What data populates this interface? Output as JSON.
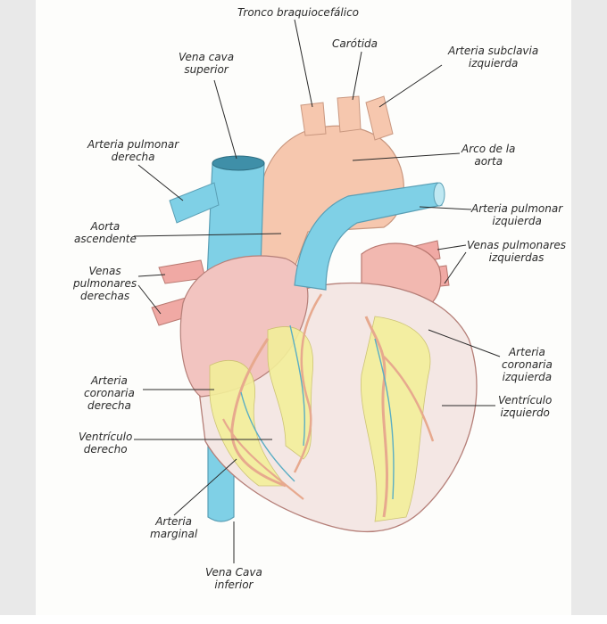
{
  "labels": {
    "tronco": "Tronco braquiocefálico",
    "carotida": "Carótida",
    "subclavia": [
      "Arteria subclavia",
      "izquierda"
    ],
    "vena_cava_sup": [
      "Vena cava",
      "superior"
    ],
    "art_pulm_der": [
      "Arteria pulmonar",
      "derecha"
    ],
    "arco_aorta": [
      "Arco de la",
      "aorta"
    ],
    "art_pulm_izq": [
      "Arteria pulmonar",
      "izquierda"
    ],
    "aorta_asc": [
      "Aorta",
      "ascendente"
    ],
    "venas_pulm_izq": [
      "Venas pulmonares",
      "izquierdas"
    ],
    "venas_pulm_der": [
      "Venas",
      "pulmonares",
      "derechas"
    ],
    "art_cor_izq": [
      "Arteria",
      "coronaria",
      "izquierda"
    ],
    "art_cor_der": [
      "Arteria",
      "coronaria",
      "derecha"
    ],
    "vent_izq": [
      "Ventrículo",
      "izquierdo"
    ],
    "vent_der": [
      "Ventrículo",
      "derecho"
    ],
    "art_marginal": [
      "Arteria",
      "marginal"
    ],
    "vena_cava_inf": [
      "Vena Cava",
      "inferior"
    ]
  },
  "colors": {
    "vein_blue": "#7fd0e6",
    "aorta_peach": "#f6c7ae",
    "atrium_pink": "#f2b8b0",
    "ventricle": "#f4e7e4",
    "fat_yellow": "#f3ef9a",
    "coronary_red": "#e7a98e",
    "ink": "#2a2a2a"
  }
}
